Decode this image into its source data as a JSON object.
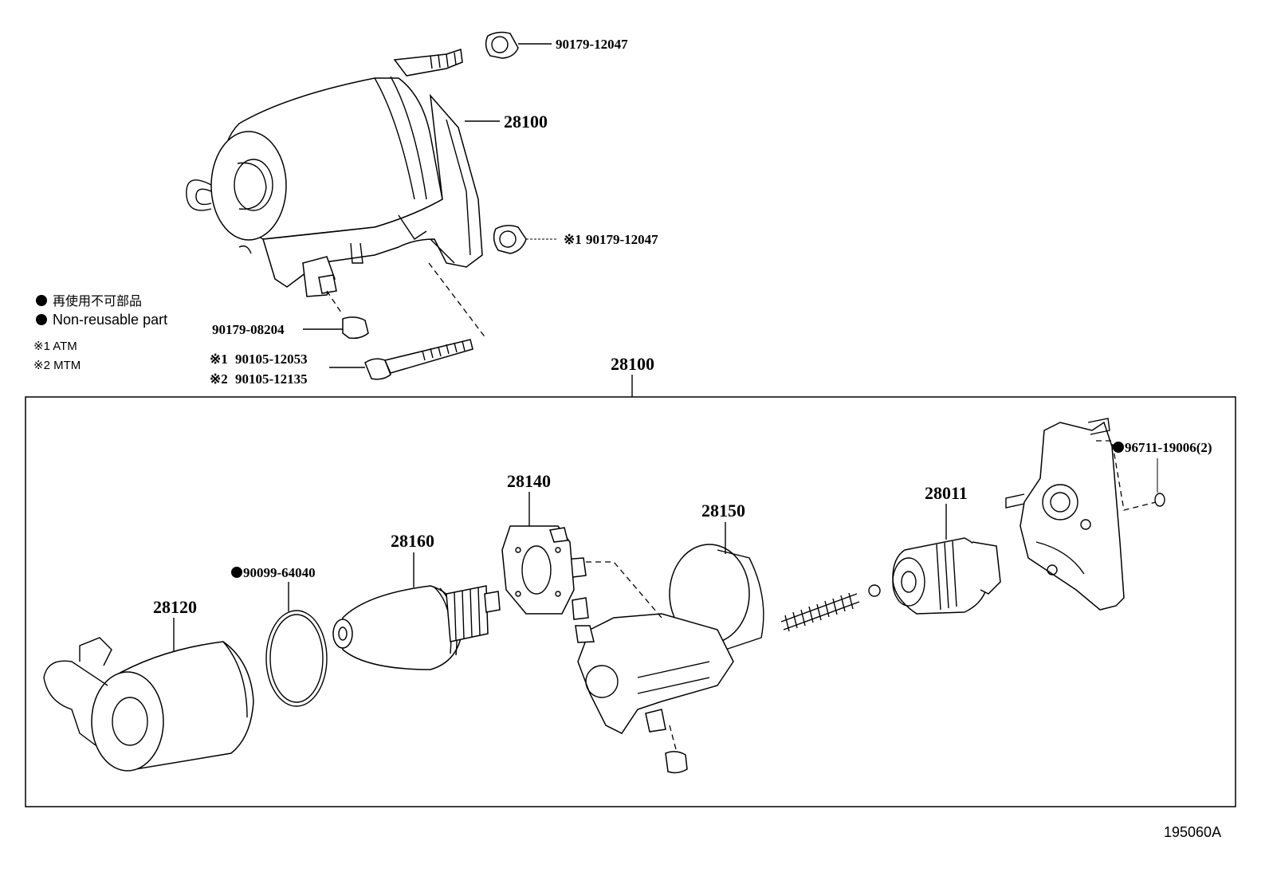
{
  "labels": {
    "pn_90179_12047_top": "90179-12047",
    "pn_28100_top": "28100",
    "pn_90179_12047_atm": "90179-12047",
    "atm_mark": "※1",
    "pn_90179_08204": "90179-08204",
    "bolt_atm_mark": "※1",
    "pn_90105_12053": "90105-12053",
    "bolt_mtm_mark": "※2",
    "pn_90105_12135": "90105-12135",
    "pn_28100_box": "28100",
    "pn_96711_19006": "96711-19006(2)",
    "pn_28011": "28011",
    "pn_28150": "28150",
    "pn_28140": "28140",
    "pn_28160": "28160",
    "pn_90099_64040": "90099-64040",
    "pn_28120": "28120",
    "figure_id": "195060A"
  },
  "legend": {
    "non_reusable_jp": "再使用不可部品",
    "non_reusable_en": "Non-reusable part",
    "note_1": "※1 ATM",
    "note_2": "※2 MTM"
  }
}
